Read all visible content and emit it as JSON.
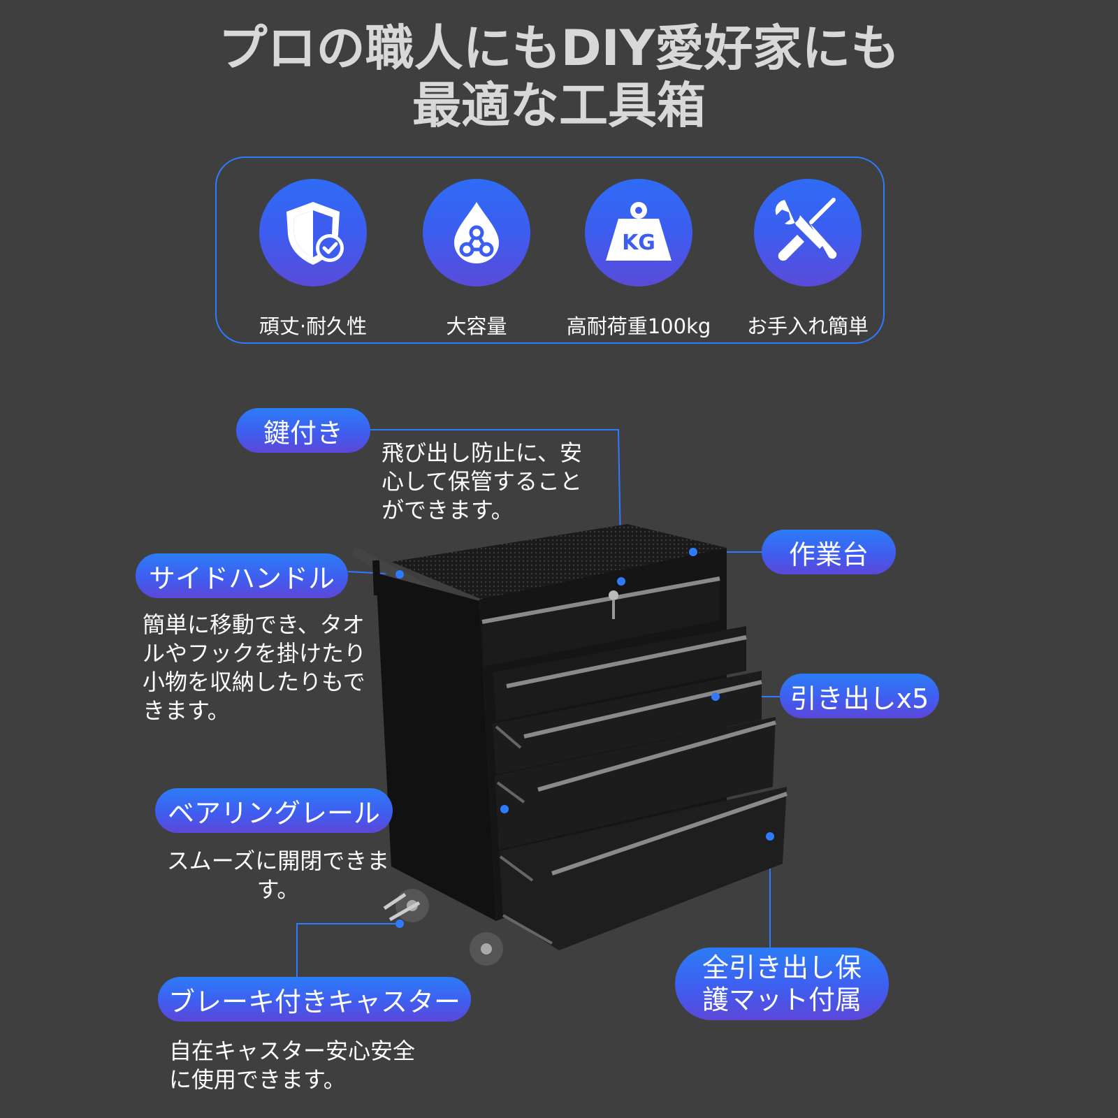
{
  "title": {
    "line1": "プロの職人にもDIY愛好家にも",
    "line2": "最適な工具箱"
  },
  "features": [
    {
      "icon": "shield-check-icon",
      "label": "頑丈·耐久性"
    },
    {
      "icon": "water-drop-icon",
      "label": "大容量"
    },
    {
      "icon": "weight-kg-icon",
      "label": "高耐荷重100kg",
      "icon_text": "KG"
    },
    {
      "icon": "wrench-screwdriver-icon",
      "label": "お手入れ簡単"
    }
  ],
  "callouts": {
    "lock": {
      "label": "鍵付き",
      "desc": [
        "飛び出し防止に、安",
        "心して保管すること",
        "ができます。"
      ]
    },
    "worktop": {
      "label": "作業台"
    },
    "handle": {
      "label": "サイドハンドル",
      "desc": [
        "簡単に移動でき、タオ",
        "ルやフックを掛けたり",
        "小物を収納したりもで",
        "きます。"
      ]
    },
    "drawers": {
      "label": "引き出しx5"
    },
    "rail": {
      "label": "ベアリングレール",
      "desc": [
        "スムーズに開閉できま",
        "す。"
      ]
    },
    "mat": {
      "label": [
        "全引き出し保",
        "護マット付属"
      ]
    },
    "caster": {
      "label": "ブレーキ付きキャスター",
      "desc": [
        "自在キャスター安心安全",
        "に使用できます。"
      ]
    }
  },
  "colors": {
    "background": "#3f3f3f",
    "accent": "#2f7bff",
    "pill_top": "#2c7cf6",
    "pill_bottom": "#5b47d8",
    "title": "#d8d8d8"
  }
}
